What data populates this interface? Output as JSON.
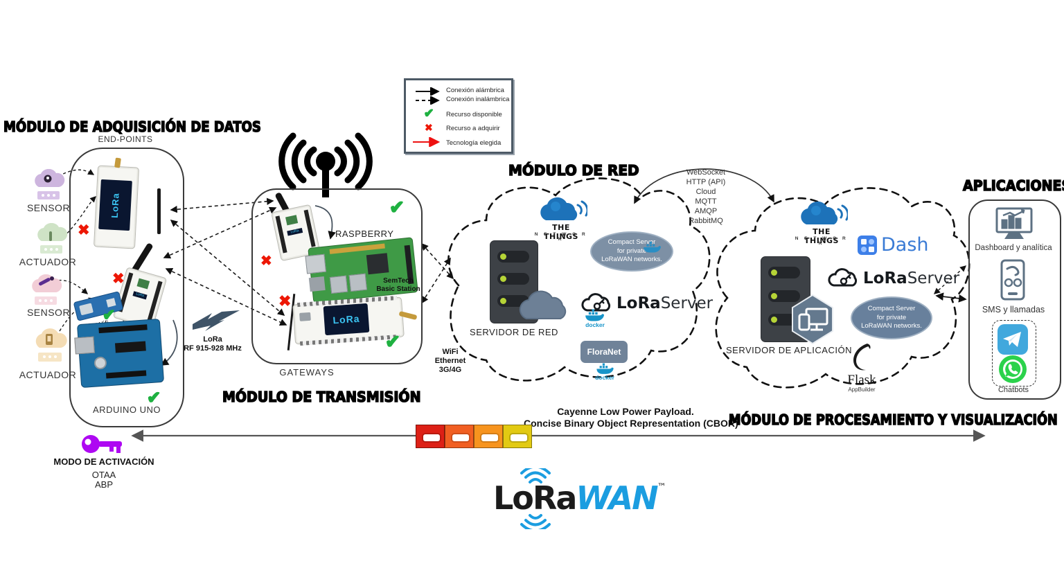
{
  "legend": {
    "wired": "Conexión alámbrica",
    "wireless": "Conexión inalámbrica",
    "available": "Recurso disponible",
    "acquire": "Recurso a adquirir",
    "chosen": "Tecnología elegida"
  },
  "acquisition": {
    "title": "MÓDULO DE ADQUISICIÓN DE DATOS",
    "subtitle": "END-POINTS",
    "sensor_label": "SENSOR",
    "actuator_label": "ACTUADOR",
    "mkr_label": "MKR Wifi",
    "arduino_label": "ARDUINO UNO",
    "oled_text": "LoRa"
  },
  "activation": {
    "title": "MODO DE ACTIVACIÓN",
    "otaa": "OTAA",
    "abp": "ABP"
  },
  "lora_link": {
    "name": "LoRa",
    "freq": "RF 915-928 MHz"
  },
  "transmission": {
    "title": "MÓDULO DE TRANSMISIÓN",
    "raspberry": "RASPBERRY",
    "semtech1": "SemTech",
    "semtech2": "Basic Station",
    "gateways": "GATEWAYS"
  },
  "ttn": {
    "l1": "THE THINGS",
    "l2": "N E T W O R K"
  },
  "loraserver": {
    "bold": "LoRa",
    "rest": "Server"
  },
  "network": {
    "title": "MÓDULO DE RED",
    "server": "SERVIDOR DE RED",
    "compact": {
      "l1": "Compact Server",
      "l2": "for private",
      "l3": "LoRaWAN networks."
    },
    "floranet": "FloraNet",
    "docker": "docker",
    "link": {
      "l1": "WiFi",
      "l2": "Ethernet",
      "l3": "3G/4G"
    }
  },
  "protocols": [
    "WebSocket",
    "HTTP (API)",
    "Cloud",
    "MQTT",
    "AMQP",
    "RabbitMQ"
  ],
  "processing": {
    "title": "MÓDULO DE PROCESAMIENTO Y VISUALIZACIÓN",
    "server": "SERVIDOR DE APLICACIÓN",
    "dash": "Dash",
    "flask": "Flask",
    "appbuilder": "AppBuilder",
    "compact": {
      "l1": "Compact Server",
      "l2": "for private",
      "l3": "LoRaWAN networks."
    }
  },
  "payload": {
    "l1": "Cayenne Low Power Payload.",
    "l2": "Concise Binary Object Representation (CBOR)"
  },
  "applications": {
    "title": "APLICACIONES",
    "dashboard": "Dashboard y analítica",
    "sms": "SMS y llamadas",
    "chatbots": "Chatbots"
  },
  "logo": {
    "black": "LoRa",
    "blue": "WAN",
    "tm": "™"
  },
  "colors": {
    "accent_blue": "#1b9de0",
    "ttn_blue": "#1d72b9",
    "slate": "#70849b",
    "green_check": "#1fb141",
    "red_x": "#ed1705",
    "key_purple": "#ae08f2",
    "dash_blue": "#3d7fe8",
    "telegram_blue": "#41a8dd",
    "whatsapp_green": "#2bd24b",
    "packet_colors": [
      "#dd2016",
      "#f15f22",
      "#f7941e",
      "#e2ca12"
    ]
  }
}
